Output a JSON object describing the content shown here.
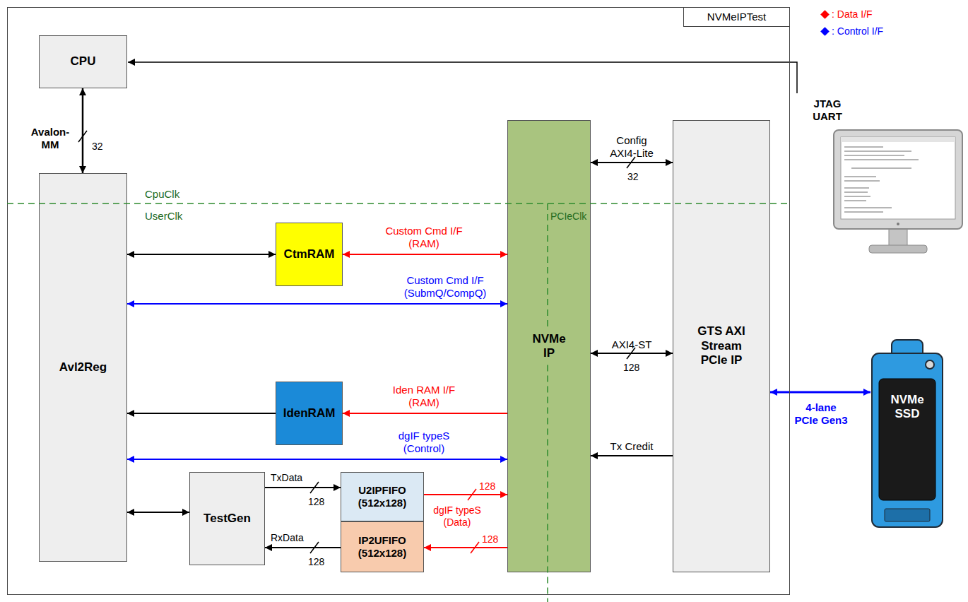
{
  "diagram": {
    "nodes": [
      {
        "text": [
          "NVMeIPTest"
        ]
      },
      {
        "text": [
          "CPU"
        ],
        "in": 0
      },
      {
        "text": [
          "Avl2Reg"
        ],
        "in": 0
      },
      {
        "text": [
          "CtmRAM"
        ],
        "in": 0
      },
      {
        "text": [
          "IdenRAM"
        ],
        "in": 0
      },
      {
        "text": [
          "TestGen"
        ],
        "in": 0
      },
      {
        "text": [
          "U2IPFIFO (512x128)"
        ],
        "in": 0
      },
      {
        "text": [
          "IP2UFIFO (512x128)"
        ],
        "in": 0
      },
      {
        "text": [
          "NVMe IP"
        ],
        "in": 0
      },
      {
        "text": [
          "GTS AXI Stream PCIe IP"
        ],
        "in": 0
      },
      {
        "text": [
          "NVMe SSD"
        ]
      }
    ],
    "edges": [
      {
        "from": 1,
        "to": 2,
        "arrow": "both"
      },
      {
        "from": 2,
        "to": 3,
        "arrow": "both"
      },
      {
        "from": 3,
        "to": 8,
        "arrow": "both",
        "label": "Custom Cmd I/F (RAM)"
      },
      {
        "from": 2,
        "to": 8,
        "arrow": "both",
        "label": "Custom Cmd I/F (SubmQ/CompQ)"
      },
      {
        "from": 8,
        "to": 4,
        "arrow": "to",
        "label": "Iden RAM I/F (RAM)"
      },
      {
        "from": 4,
        "to": 2,
        "arrow": "to"
      },
      {
        "from": 2,
        "to": 8,
        "arrow": "both",
        "label": "dgIF typeS (Control)"
      },
      {
        "from": 2,
        "to": 5,
        "arrow": "both"
      },
      {
        "from": 5,
        "to": 6,
        "arrow": "to"
      },
      {
        "from": 6,
        "to": 8,
        "arrow": "to"
      },
      {
        "from": 8,
        "to": 7,
        "arrow": "to"
      },
      {
        "from": 7,
        "to": 5,
        "arrow": "to"
      },
      {
        "from": 8,
        "to": 9,
        "arrow": "both",
        "label": "Config AXI4-Lite"
      },
      {
        "from": 8,
        "to": 9,
        "arrow": "both",
        "label": "AXI4-ST"
      },
      {
        "from": 9,
        "to": 8,
        "arrow": "to",
        "label": "Tx Credit"
      },
      {
        "from": 9,
        "to": 10,
        "arrow": "both",
        "label": "4-lane PCIe Gen3"
      }
    ],
    "labels": [
      "JTAG UART",
      "Avalon-MM",
      "32",
      "CpuClk",
      "UserClk",
      "PCIeClk",
      "32",
      "128",
      "TxData",
      "128",
      "128",
      "dgIF typeS (Data)",
      "128",
      "RxData",
      "128"
    ],
    "legend": [
      {
        "text": ": Data I/F",
        "color": "#ff0000"
      },
      {
        "text": ": Control I/F",
        "color": "#0000ff"
      }
    ]
  }
}
